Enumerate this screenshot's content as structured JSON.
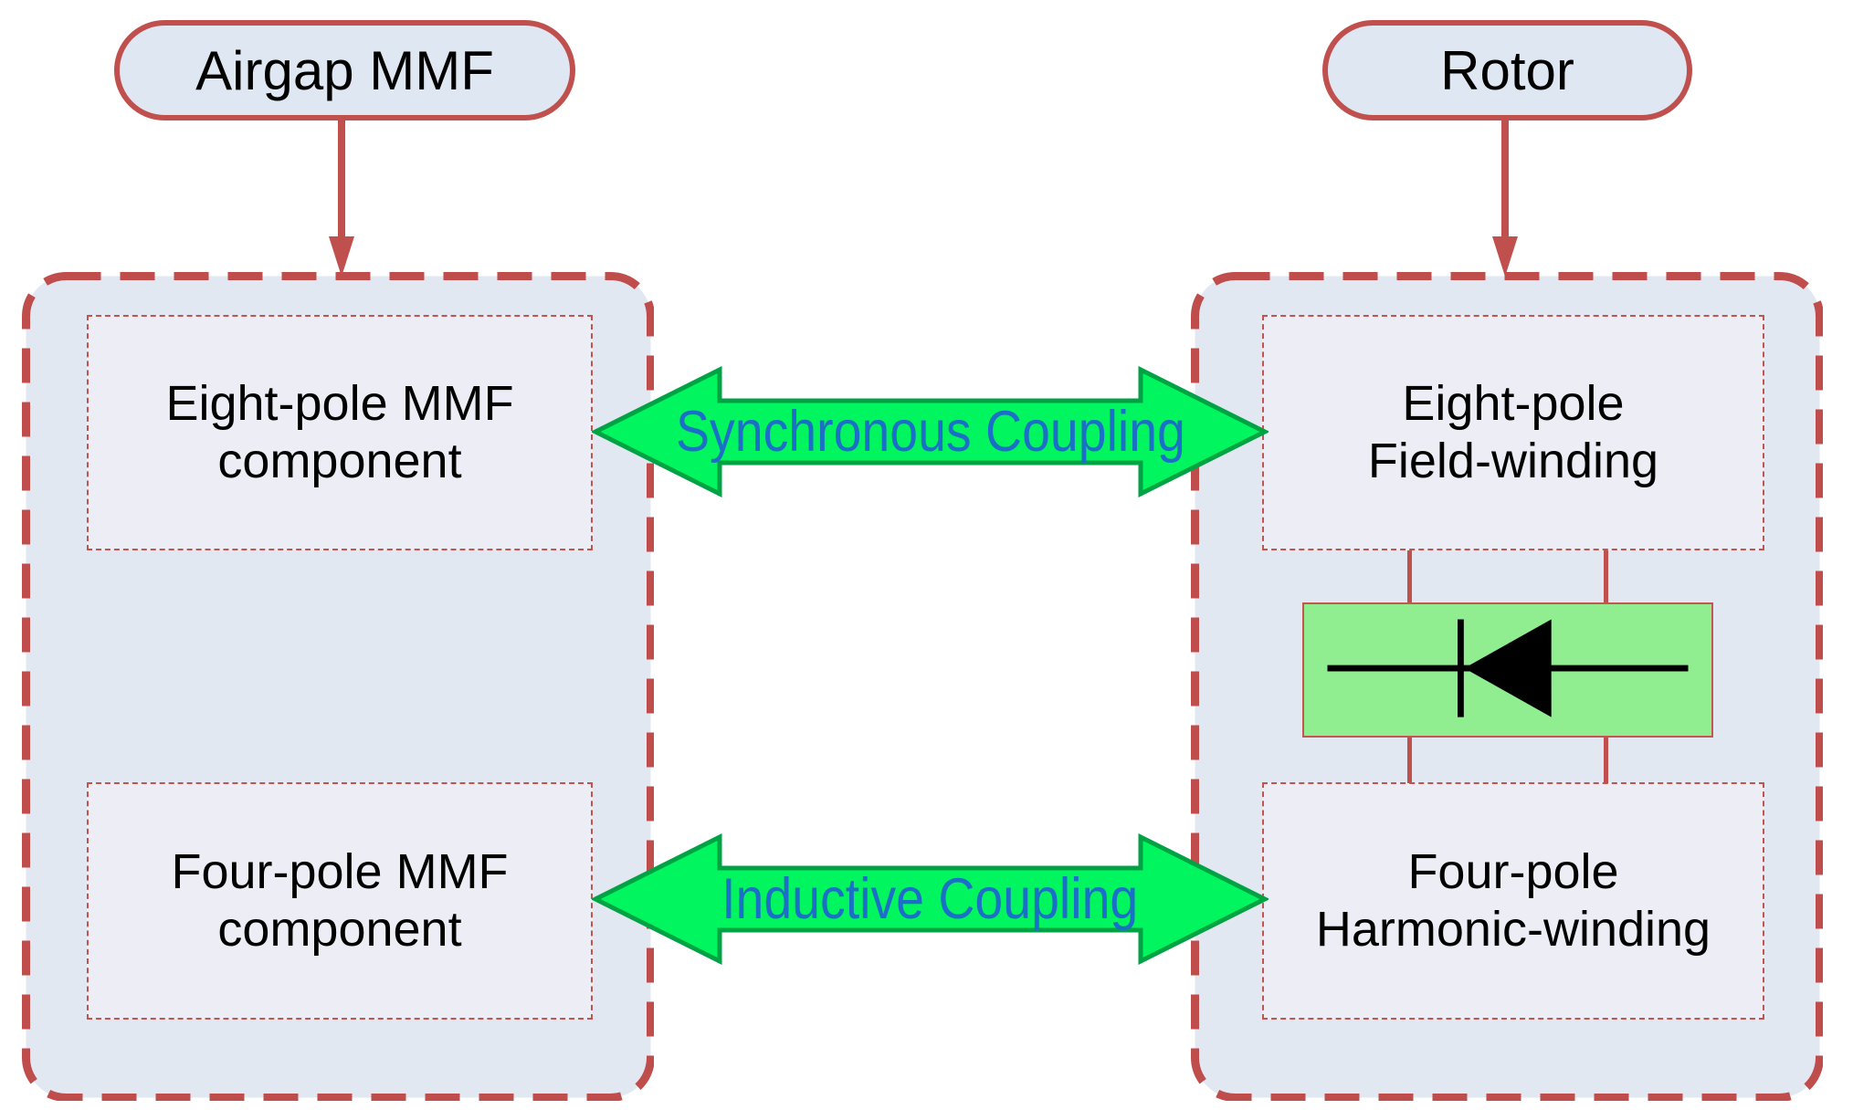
{
  "diagram": {
    "nodes": {
      "airgap": "Airgap MMF",
      "rotor": "Rotor"
    },
    "stator_group": {
      "top_box": {
        "line1": "Eight-pole MMF",
        "line2": "component"
      },
      "bottom_box": {
        "line1": "Four-pole MMF",
        "line2": "component"
      }
    },
    "rotor_group": {
      "top_box": {
        "line1": "Eight-pole",
        "line2": "Field-winding"
      },
      "bottom_box": {
        "line1": "Four-pole",
        "line2": "Harmonic-winding"
      }
    },
    "couplings": {
      "synchronous": "Synchronous Coupling",
      "inductive": "Inductive Coupling"
    },
    "icons": {
      "diode": "diode-icon",
      "down_arrow": "arrow-down-icon",
      "coupling_arrow": "double-headed-arrow-icon"
    },
    "colors": {
      "outline_red": "#c0504d",
      "node_fill": "#dfe7f2",
      "group_fill": "#e2e8f1",
      "box_fill": "#ededf5",
      "arrow_green_fill": "#00f55f",
      "arrow_green_border": "#00a344",
      "coupling_text_blue": "#1b6fc6",
      "diode_panel_green": "#90ee90",
      "symbol_black": "#000000"
    }
  }
}
